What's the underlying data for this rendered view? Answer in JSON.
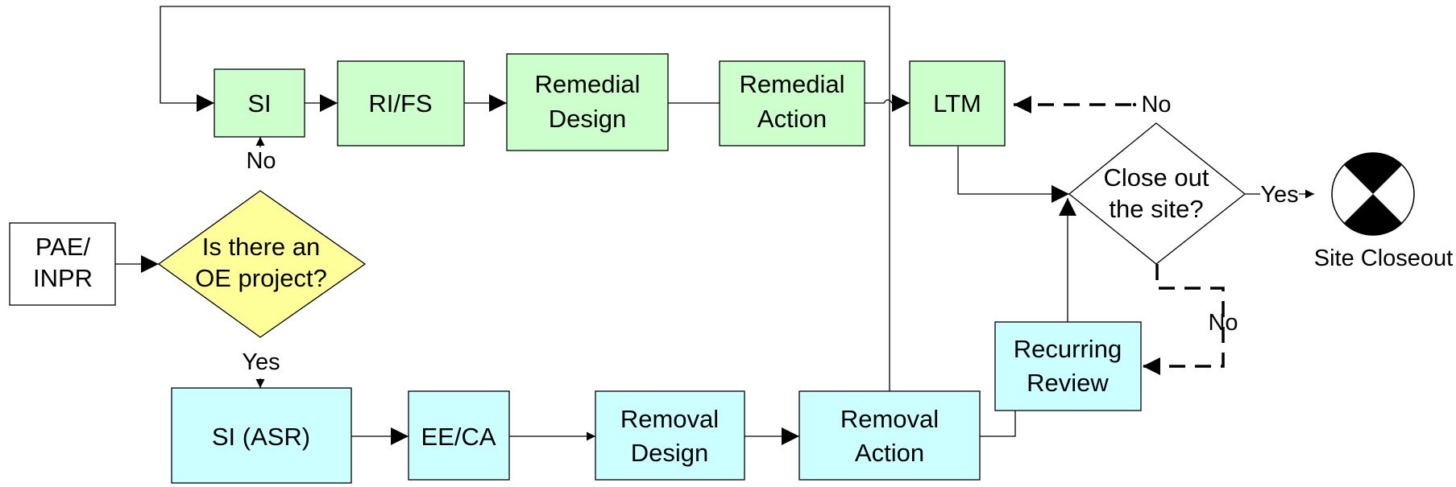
{
  "colors": {
    "green_box": "#ccffcc",
    "blue_box": "#ccffff",
    "decision_fill": "#ffff99",
    "white_box": "#ffffff",
    "line": "#000000"
  },
  "nodes": {
    "pae_inpr": [
      "PAE/",
      "INPR"
    ],
    "oe_decision": [
      "Is there an",
      "OE project?"
    ],
    "si": [
      "SI"
    ],
    "ri_fs": [
      "RI/FS"
    ],
    "remedial_design": [
      "Remedial",
      "Design"
    ],
    "remedial_action": [
      "Remedial",
      "Action"
    ],
    "ltm": [
      "LTM"
    ],
    "closeout_decision": [
      "Close out",
      "the site?"
    ],
    "site_closeout": [
      "Site Closeout"
    ],
    "si_asr": [
      "SI (ASR)"
    ],
    "ee_ca": [
      "EE/CA"
    ],
    "removal_design": [
      "Removal",
      "Design"
    ],
    "removal_action": [
      "Removal",
      "Action"
    ],
    "recurring_review": [
      "Recurring",
      "Review"
    ]
  },
  "edge_labels": {
    "oe_no": "No",
    "oe_yes": "Yes",
    "closeout_yes": "Yes",
    "closeout_no_top": "No",
    "closeout_no_bottom": "No"
  },
  "icons": {
    "site_closeout": "closeout-symbol-icon"
  }
}
